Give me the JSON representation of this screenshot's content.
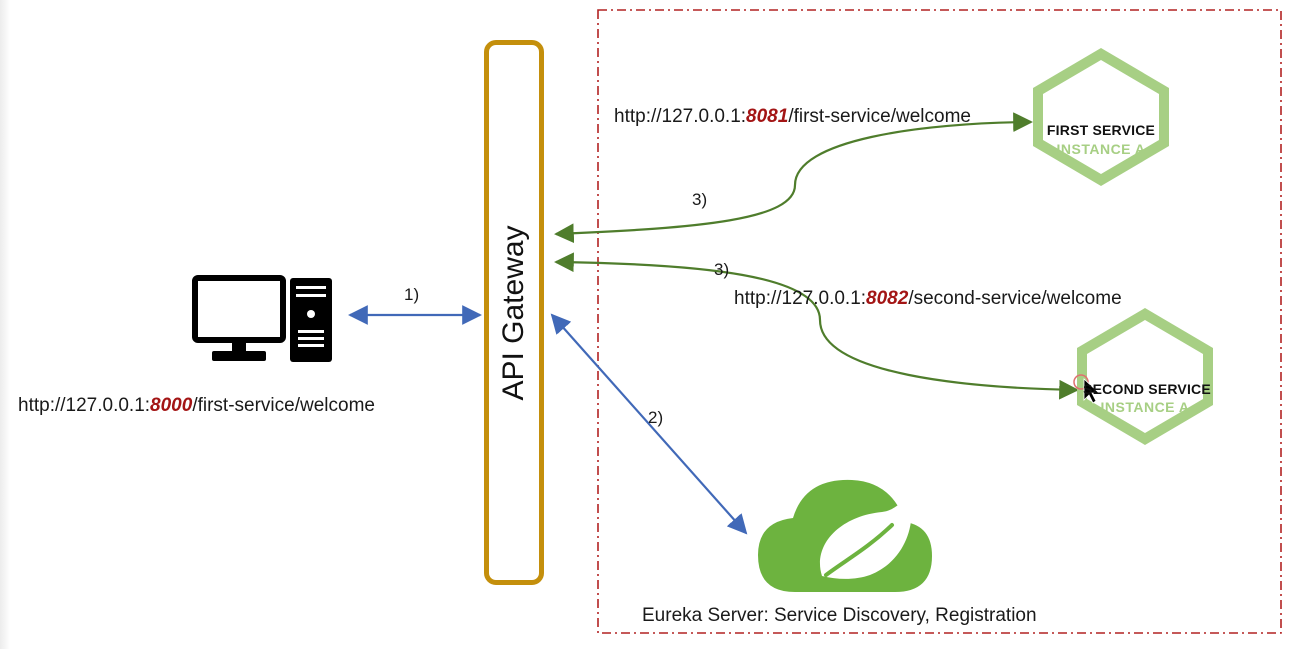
{
  "client": {
    "url_prefix": "http://127.0.0.1:",
    "port": "8000",
    "url_suffix": "/first-service/welcome"
  },
  "gateway": {
    "label": "API Gateway"
  },
  "steps": {
    "s1": "1)",
    "s2": "2)",
    "s3a": "3)",
    "s3b": "3)"
  },
  "first_service": {
    "url_prefix": "http://127.0.0.1:",
    "port": "8081",
    "url_suffix": "/first-service/welcome",
    "title": "FIRST SERVICE",
    "instance": "INSTANCE A"
  },
  "second_service": {
    "url_prefix": "http://127.0.0.1:",
    "port": "8082",
    "url_suffix": "/second-service/welcome",
    "title": "SECOND SERVICE",
    "instance": "INSTANCE A"
  },
  "eureka": {
    "label": "Eureka Server: Service Discovery, Registration"
  },
  "colors": {
    "gateway_border": "#c48f0c",
    "dashed_border": "#b22222",
    "blue_arrow": "#4169b8",
    "green_arrow": "#4f7d2c",
    "hexagon": "#a7cf84",
    "spring_green": "#6db33f",
    "port_highlight": "#a31515"
  }
}
